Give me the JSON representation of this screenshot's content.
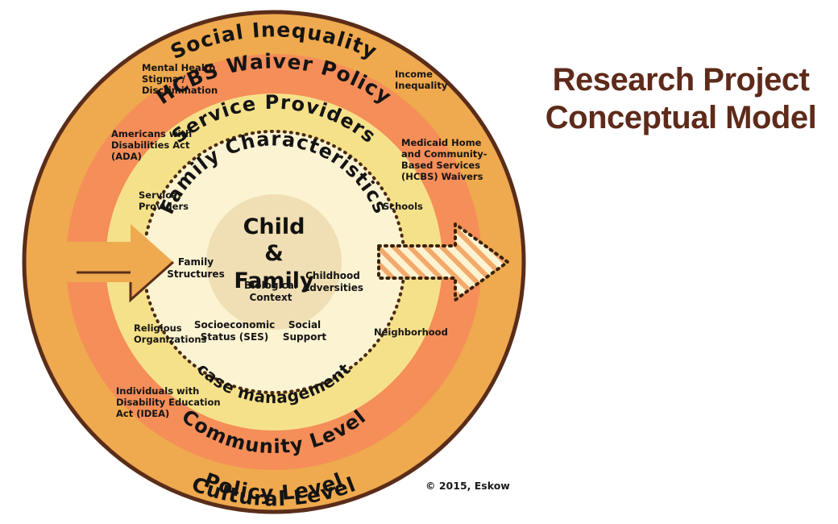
{
  "title": {
    "line1": "Research Project",
    "line2": "Conceptual Model",
    "color": "#5E2A1A"
  },
  "copyright": "© 2015, Eskow",
  "rings": [
    {
      "name": "cultural-level",
      "label": "Cultural Level",
      "color": "#EFA94E"
    },
    {
      "name": "policy-level",
      "label": "Policy Level",
      "color": "#F58E59"
    },
    {
      "name": "community-level",
      "label": "Community Level",
      "color": "#F6E18B"
    },
    {
      "name": "family-characteristics",
      "label": "Family Characteristics",
      "color": "#FCF3D2"
    },
    {
      "name": "child-family-core",
      "label": "Child & Family",
      "color": "#F0DFB4"
    }
  ],
  "arc_labels": {
    "social_inequality": "Social Inequality",
    "hcbs_waiver_policy": "HCBS Waiver Policy",
    "service_providers": "Service  Providers",
    "family_characteristics": "Family Characteristics",
    "case_management": "case management",
    "community_level": "Community Level",
    "policy_level": "Policy Level",
    "cultural_level": "Cultural Level"
  },
  "core": {
    "line1": "Child",
    "line2": "&",
    "line3": "Family"
  },
  "inner_notes": [
    {
      "name": "family-structures",
      "lines": [
        "Family",
        "Structures"
      ]
    },
    {
      "name": "biological-context",
      "lines": [
        "Biological",
        "Context"
      ]
    },
    {
      "name": "childhood-adversities",
      "lines": [
        "Childhood",
        "Adversities"
      ]
    },
    {
      "name": "socioeconomic-status",
      "lines": [
        "Socioeconomic",
        "Status (SES)"
      ]
    },
    {
      "name": "social-support",
      "lines": [
        "Social",
        "Support"
      ]
    }
  ],
  "side_notes": [
    {
      "name": "mental-health-stigma",
      "lines": [
        "Mental Health",
        "Stigma /",
        "Discrimination"
      ]
    },
    {
      "name": "income-inequality",
      "lines": [
        "Income",
        "Inequality"
      ]
    },
    {
      "name": "americans-disabilities-act",
      "lines": [
        "Americans with",
        "Disabilities Act",
        "(ADA)"
      ]
    },
    {
      "name": "medicaid-hcbs-waivers",
      "lines": [
        "Medicaid Home",
        "and Community-",
        "Based Services",
        "(HCBS) Waivers"
      ]
    },
    {
      "name": "service-providers-note",
      "lines": [
        "Service",
        "Providers"
      ]
    },
    {
      "name": "schools",
      "lines": [
        "Schools"
      ]
    },
    {
      "name": "religious-organizations",
      "lines": [
        "Religious",
        "Organizations"
      ]
    },
    {
      "name": "neighborhood",
      "lines": [
        "Neighborhood"
      ]
    },
    {
      "name": "idea-act",
      "lines": [
        "Individuals with",
        "Disability Education",
        "Act (IDEA)"
      ]
    }
  ],
  "arrows": {
    "inbound": {
      "name": "inbound-arrow",
      "style": "solid",
      "color": "#EFA94E"
    },
    "outbound": {
      "name": "outbound-arrow",
      "style": "hatched",
      "color": "#F58E59"
    }
  },
  "border_color": "#5A2D1A"
}
